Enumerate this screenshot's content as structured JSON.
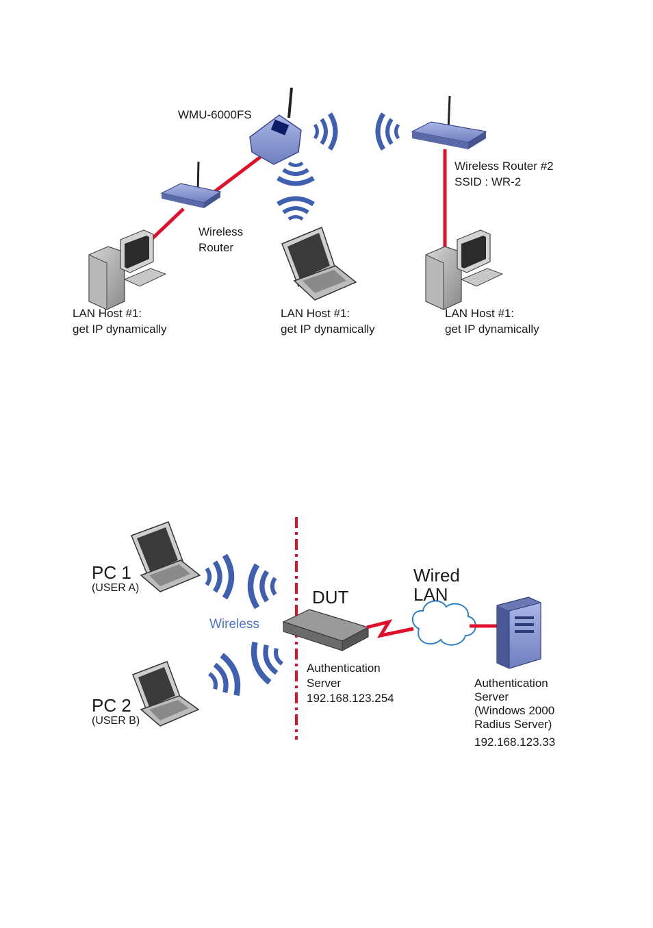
{
  "diagram1": {
    "device_label": "WMU-6000FS",
    "router_label": [
      "Wireless",
      "Router"
    ],
    "router2_label": [
      "Wireless Router #2",
      "SSID : WR-2"
    ],
    "host_left": [
      "LAN Host #1:",
      "get IP dynamically"
    ],
    "host_middle": [
      "LAN Host #1:",
      "get IP dynamically"
    ],
    "host_right": [
      "LAN Host #1:",
      "get IP dynamically"
    ]
  },
  "diagram2": {
    "pc1": {
      "name": "PC 1",
      "user": "(USER A)"
    },
    "pc2": {
      "name": "PC 2",
      "user": "(USER B)"
    },
    "wireless_label": "Wireless",
    "dut_label": "DUT",
    "wired_lan_label": [
      "Wired",
      "LAN"
    ],
    "dut_auth": [
      "Authentication",
      "Server",
      "192.168.123.254"
    ],
    "server_auth": [
      "Authentication",
      "Server",
      "(Windows 2000",
      "Radius Server)",
      "192.168.123.33"
    ]
  },
  "colors": {
    "link": "#e0102a",
    "device": "#7f8ec8",
    "wave": "#3f5fb0"
  }
}
